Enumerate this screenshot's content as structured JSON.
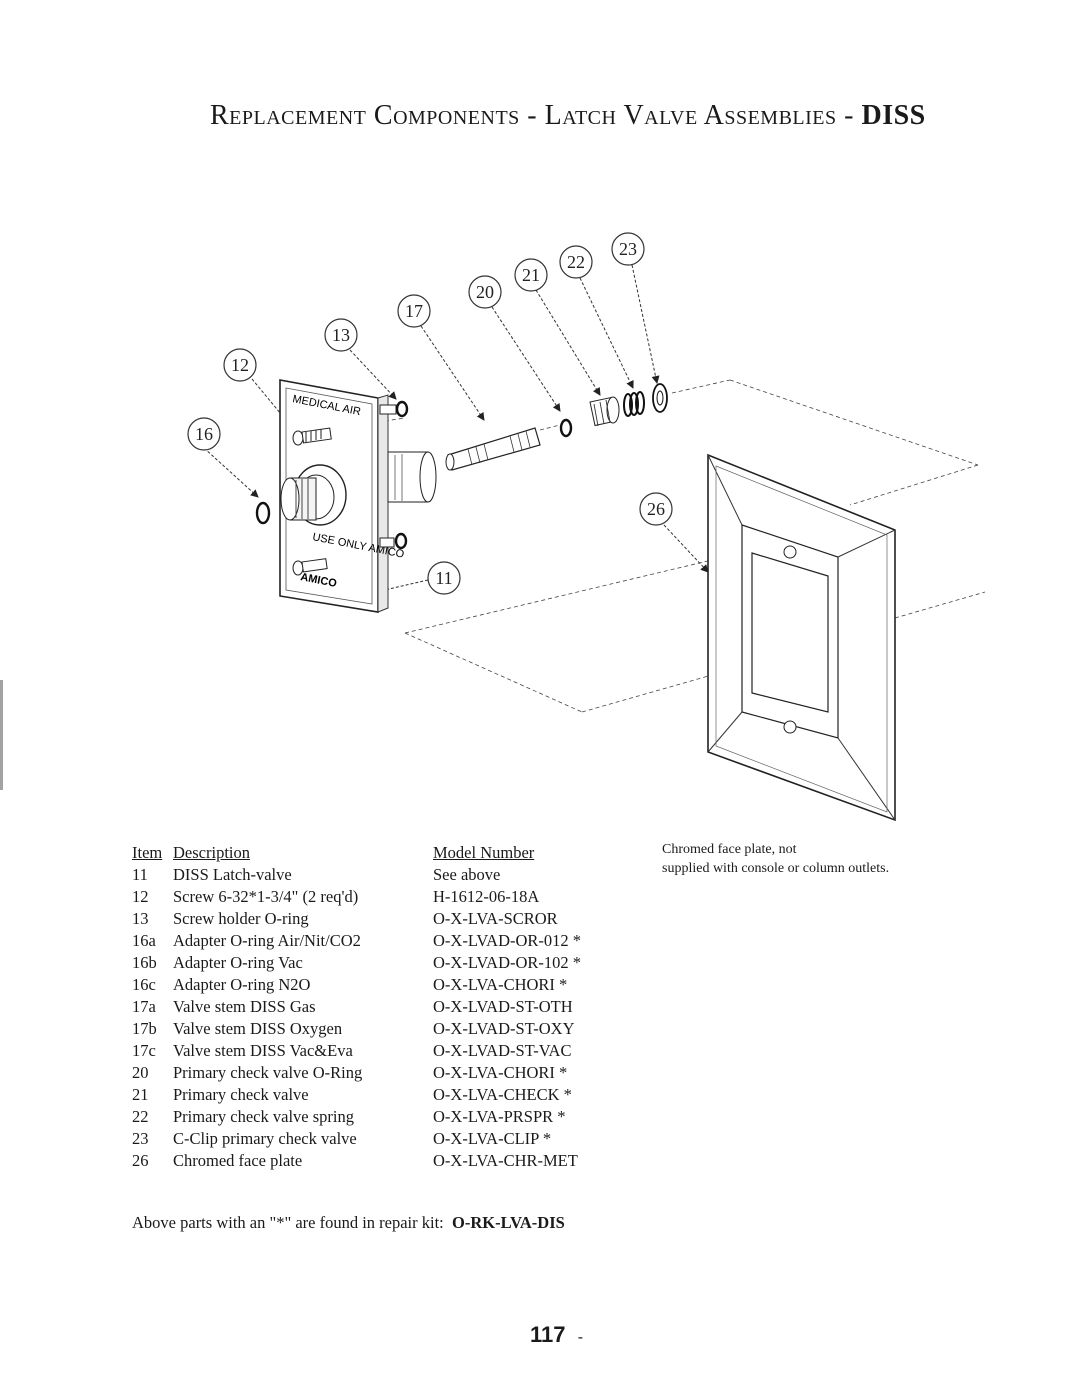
{
  "header": {
    "title_prefix": "Replacement Components - Latch Valve Assemblies - ",
    "title_suffix": "DISS"
  },
  "diagram": {
    "callouts": [
      "11",
      "12",
      "13",
      "16",
      "17",
      "20",
      "21",
      "22",
      "23",
      "26"
    ],
    "panel_label": "MEDICAL AIR",
    "panel_small_text": "USE ONLY AMICO",
    "panel_logo": "AMICO"
  },
  "parts_table": {
    "headers": {
      "item": "Item",
      "description": "Description",
      "model": "Model Number"
    },
    "rows": [
      {
        "item": "11",
        "description": "DISS Latch-valve",
        "model": "See above"
      },
      {
        "item": "12",
        "description": "Screw 6-32*1-3/4\" (2 req'd)",
        "model": "H-1612-06-18A"
      },
      {
        "item": "13",
        "description": "Screw holder O-ring",
        "model": "O-X-LVA-SCROR"
      },
      {
        "item": "16a",
        "description": "Adapter O-ring Air/Nit/CO2",
        "model": "O-X-LVAD-OR-012  *"
      },
      {
        "item": "16b",
        "description": "Adapter O-ring Vac",
        "model": "O-X-LVAD-OR-102  *"
      },
      {
        "item": "16c",
        "description": "Adapter O-ring N2O",
        "model": "O-X-LVA-CHORI  *"
      },
      {
        "item": "17a",
        "description": "Valve stem DISS Gas",
        "model": "O-X-LVAD-ST-OTH"
      },
      {
        "item": "17b",
        "description": "Valve stem DISS Oxygen",
        "model": "O-X-LVAD-ST-OXY"
      },
      {
        "item": "17c",
        "description": "Valve stem DISS Vac&Eva",
        "model": "O-X-LVAD-ST-VAC"
      },
      {
        "item": "20",
        "description": "Primary check valve O-Ring",
        "model": "O-X-LVA-CHORI  *"
      },
      {
        "item": "21",
        "description": "Primary check valve",
        "model": "O-X-LVA-CHECK  *"
      },
      {
        "item": "22",
        "description": "Primary check valve spring",
        "model": "O-X-LVA-PRSPR  *"
      },
      {
        "item": "23",
        "description": "C-Clip primary check valve",
        "model": "O-X-LVA-CLIP  *"
      },
      {
        "item": "26",
        "description": "Chromed face plate",
        "model": "O-X-LVA-CHR-MET"
      }
    ]
  },
  "note": {
    "line1": "Chromed face plate, not",
    "line2": "supplied with console or column outlets."
  },
  "kit": {
    "text": "Above parts with an \"*\" are found in repair kit:",
    "code": "O-RK-LVA-DIS"
  },
  "footer": {
    "page_number": "117",
    "dash": "-"
  }
}
